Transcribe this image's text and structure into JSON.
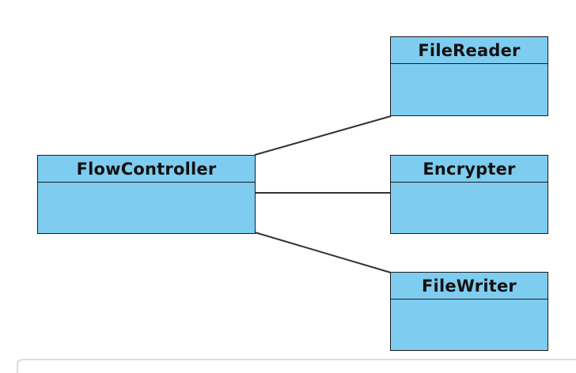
{
  "diagram": {
    "classes": {
      "flow_controller": {
        "name": "FlowController"
      },
      "file_reader": {
        "name": "FileReader"
      },
      "encrypter": {
        "name": "Encrypter"
      },
      "file_writer": {
        "name": "FileWriter"
      }
    },
    "associations": [
      {
        "from": "FlowController",
        "to": "FileReader"
      },
      {
        "from": "FlowController",
        "to": "Encrypter"
      },
      {
        "from": "FlowController",
        "to": "FileWriter"
      }
    ]
  },
  "colors": {
    "class_fill": "#7ecdf0",
    "class_border": "#1a1a1a",
    "line": "#333333",
    "frame": "#cfcfcf"
  }
}
